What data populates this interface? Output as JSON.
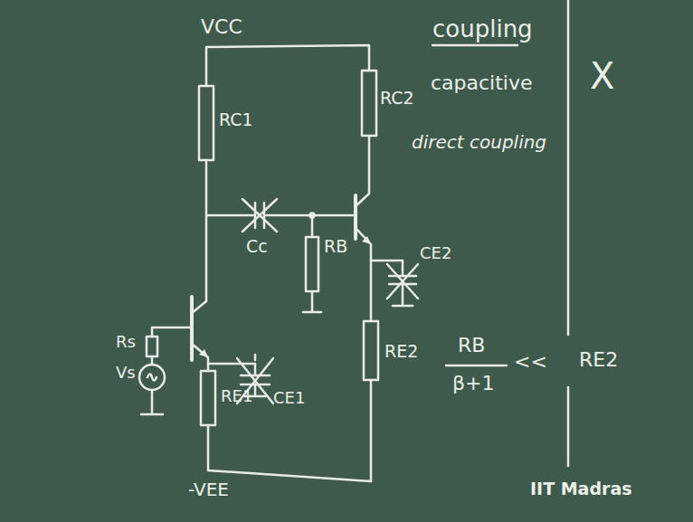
{
  "diagram": {
    "title": "coupling",
    "labels": [
      "VCC",
      "RC1",
      "RC2",
      "Cc",
      "RB",
      "CE2",
      "RE2",
      "Rs",
      "Vs",
      "CE1",
      "RE1",
      "-VEE",
      "capacitive",
      "X",
      "direct coupling",
      "RB",
      "β+1",
      "<<",
      "RE2",
      "IIT Madras"
    ]
  }
}
